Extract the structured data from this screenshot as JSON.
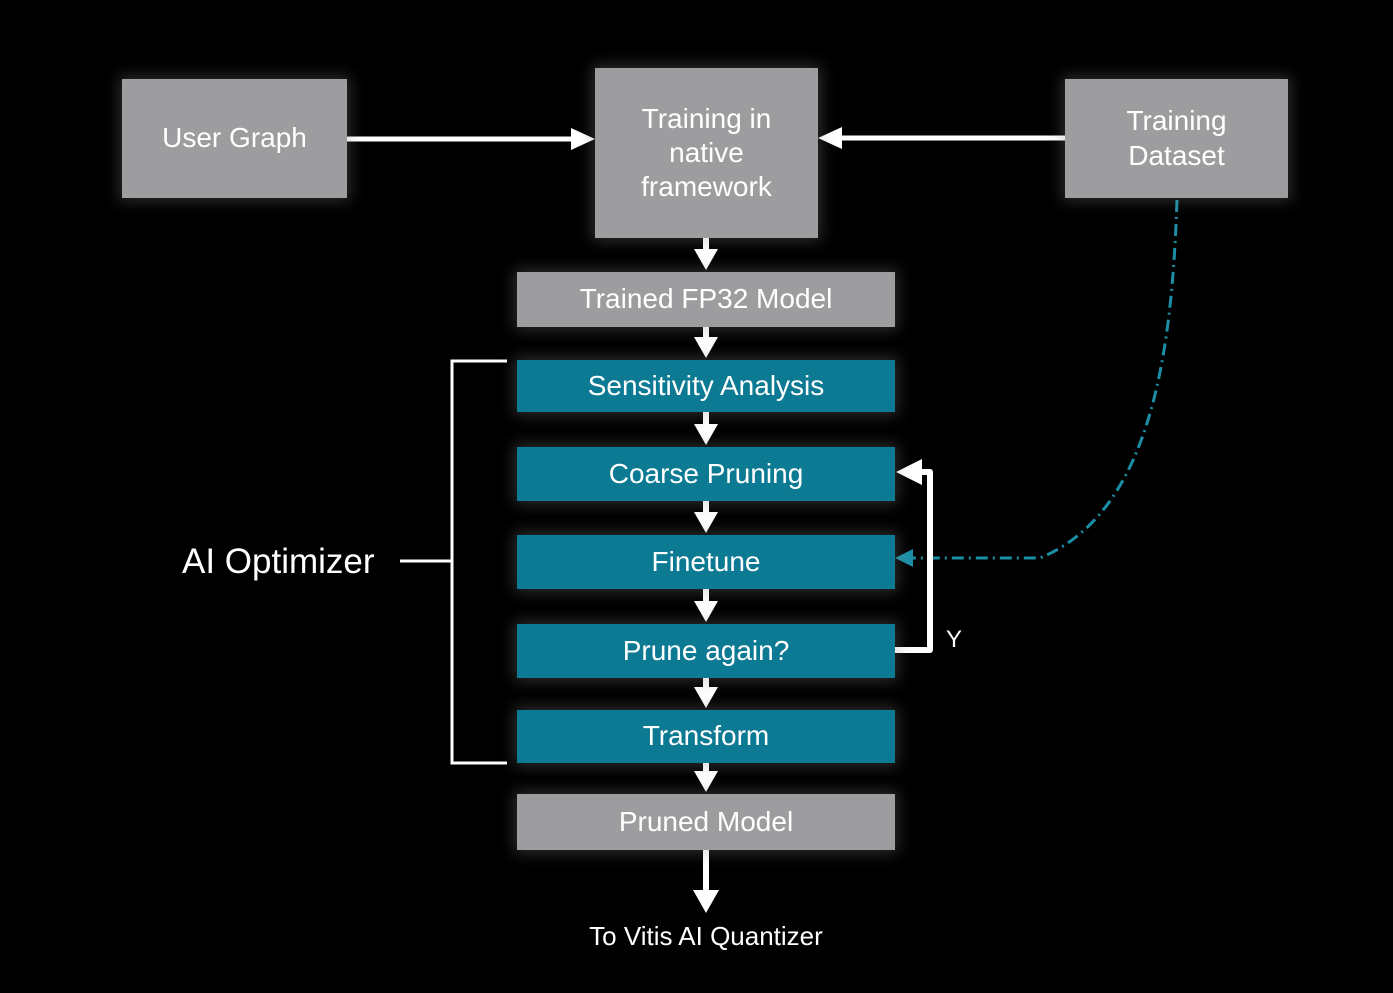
{
  "colors": {
    "background": "#000000",
    "io_box_gray": "#9D9DA0",
    "step_box_teal": "#0D7A94",
    "arrow_white": "#FFFFFF",
    "dataset_path_teal": "#1C8EA6",
    "text_white": "#FFFFFF"
  },
  "nodes": {
    "user_graph": {
      "label": "User Graph",
      "kind": "gray"
    },
    "training_native": {
      "label": "Training in\nnative\nframework",
      "kind": "gray"
    },
    "training_dataset": {
      "label": "Training\nDataset",
      "kind": "gray"
    },
    "trained_fp32": {
      "label": "Trained FP32 Model",
      "kind": "gray"
    },
    "sensitivity": {
      "label": "Sensitivity Analysis",
      "kind": "teal"
    },
    "coarse_pruning": {
      "label": "Coarse Pruning",
      "kind": "teal"
    },
    "finetune": {
      "label": "Finetune",
      "kind": "teal"
    },
    "prune_again": {
      "label": "Prune again?",
      "kind": "teal"
    },
    "transform": {
      "label": "Transform",
      "kind": "teal"
    },
    "pruned_model": {
      "label": "Pruned Model",
      "kind": "gray"
    }
  },
  "labels": {
    "side_group": "AI Optimizer",
    "loop_yes": "Y",
    "output": "To Vitis AI Quantizer"
  },
  "group": {
    "label": "AI Optimizer",
    "members": [
      "Sensitivity Analysis",
      "Coarse Pruning",
      "Finetune",
      "Prune again?",
      "Transform"
    ]
  },
  "edges": [
    {
      "from": "User Graph",
      "to": "Training in native framework",
      "style": "solid-white-arrow"
    },
    {
      "from": "Training Dataset",
      "to": "Training in native framework",
      "style": "solid-white-arrow"
    },
    {
      "from": "Training in native framework",
      "to": "Trained FP32 Model",
      "style": "solid-white-arrow"
    },
    {
      "from": "Trained FP32 Model",
      "to": "Sensitivity Analysis",
      "style": "solid-white-arrow"
    },
    {
      "from": "Sensitivity Analysis",
      "to": "Coarse Pruning",
      "style": "solid-white-arrow"
    },
    {
      "from": "Coarse Pruning",
      "to": "Finetune",
      "style": "solid-white-arrow"
    },
    {
      "from": "Finetune",
      "to": "Prune again?",
      "style": "solid-white-arrow"
    },
    {
      "from": "Prune again?",
      "to": "Coarse Pruning",
      "style": "solid-white-arrow-loop",
      "label": "Y"
    },
    {
      "from": "Prune again?",
      "to": "Transform",
      "style": "solid-white-arrow"
    },
    {
      "from": "Transform",
      "to": "Pruned Model",
      "style": "solid-white-arrow"
    },
    {
      "from": "Pruned Model",
      "to": "To Vitis AI Quantizer",
      "style": "solid-white-arrow"
    },
    {
      "from": "Training Dataset",
      "to": "Finetune",
      "style": "dash-dot-teal-arrow"
    }
  ]
}
